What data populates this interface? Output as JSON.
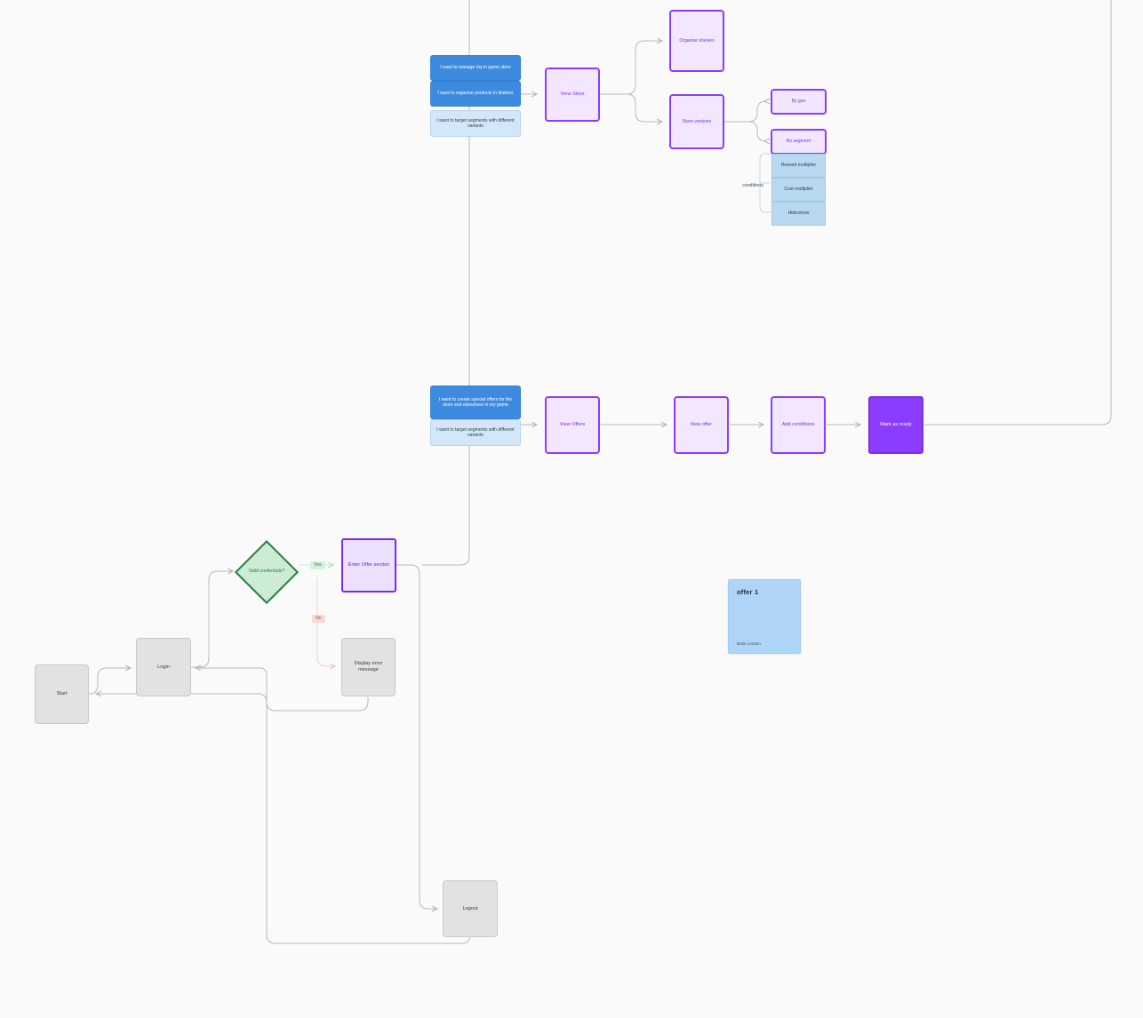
{
  "board": {
    "background": "#fafafa",
    "accent_purple": "#8b3dff",
    "accent_blue": "#3d8bdf",
    "accent_green": "#2e7d46",
    "edge_color": "#b9b9b9"
  },
  "personas": {
    "store_group": [
      {
        "id": "p1",
        "label": "I want to manage my in game store",
        "style": "blue-solid"
      },
      {
        "id": "p2",
        "label": "I want to organise products in shelves",
        "style": "blue-solid"
      },
      {
        "id": "p3",
        "label": "I want to target segments with different variants",
        "style": "blue-light"
      }
    ],
    "offers_group": [
      {
        "id": "p4",
        "label": "I want to create special offers for the store and elsewhere in my game",
        "style": "blue-solid"
      },
      {
        "id": "p5",
        "label": "I want to target segments with different variants",
        "style": "blue-light"
      }
    ]
  },
  "store_flow": {
    "view_store": "View Store",
    "organise_shelves": "Organise shelves",
    "store_versions": "Store versions",
    "by_geo": "By geo",
    "by_segment": "By segment",
    "conditions_label": "conditions",
    "conditions": [
      "Reward multiplier",
      "Cost multiplier",
      "Hide/show"
    ]
  },
  "offers_flow": {
    "view_offers": "View Offers",
    "new_offer": "New offer",
    "add_conditions": "Add conditions",
    "mark_as_ready": "Mark as ready"
  },
  "login_flow": {
    "start": "Start",
    "login": "Login",
    "decision": "Valid credentials?",
    "yes_label": "Yes",
    "no_label": "No",
    "enter_offer_section": "Enter Offer section",
    "display_error": "Display error message",
    "logout": "Logout"
  },
  "sticky_note": {
    "title": "offer 1",
    "author": "Boris Lozano"
  }
}
